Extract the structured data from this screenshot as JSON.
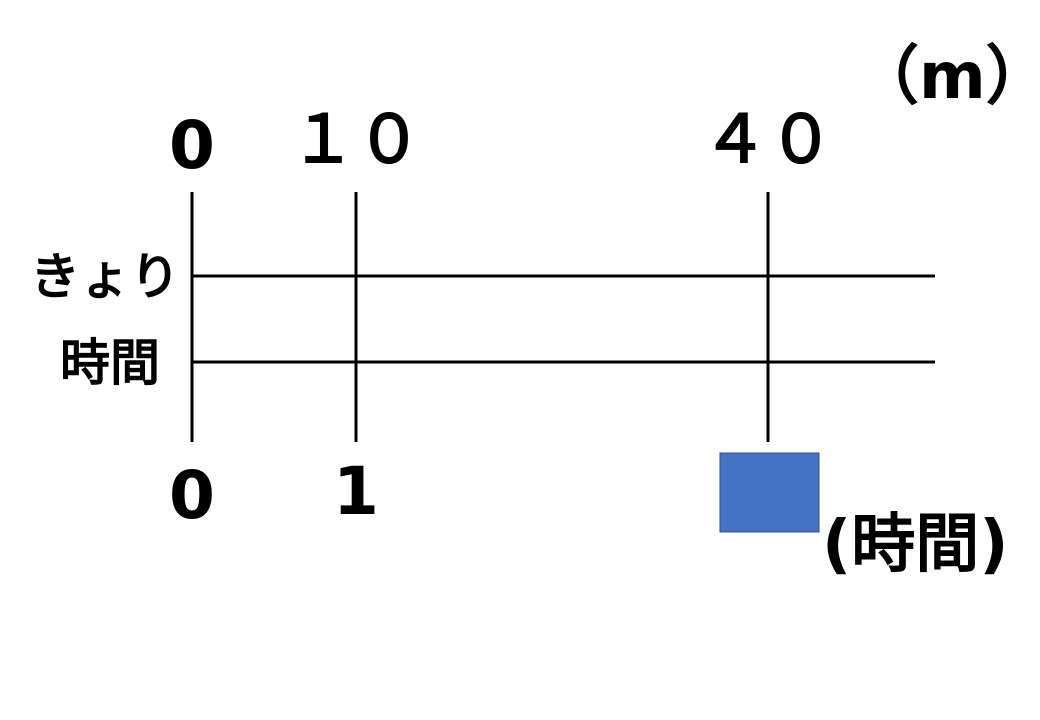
{
  "distance_unit": "（m）",
  "time_unit": "(時間)",
  "row_labels": {
    "distance": "きょり",
    "time": "時間"
  },
  "distance_ticks": [
    "0",
    "１０",
    "４０"
  ],
  "time_ticks": [
    "0",
    "1"
  ],
  "answer_box": {
    "color": "#4472c4",
    "border_color": "#2f528f"
  }
}
